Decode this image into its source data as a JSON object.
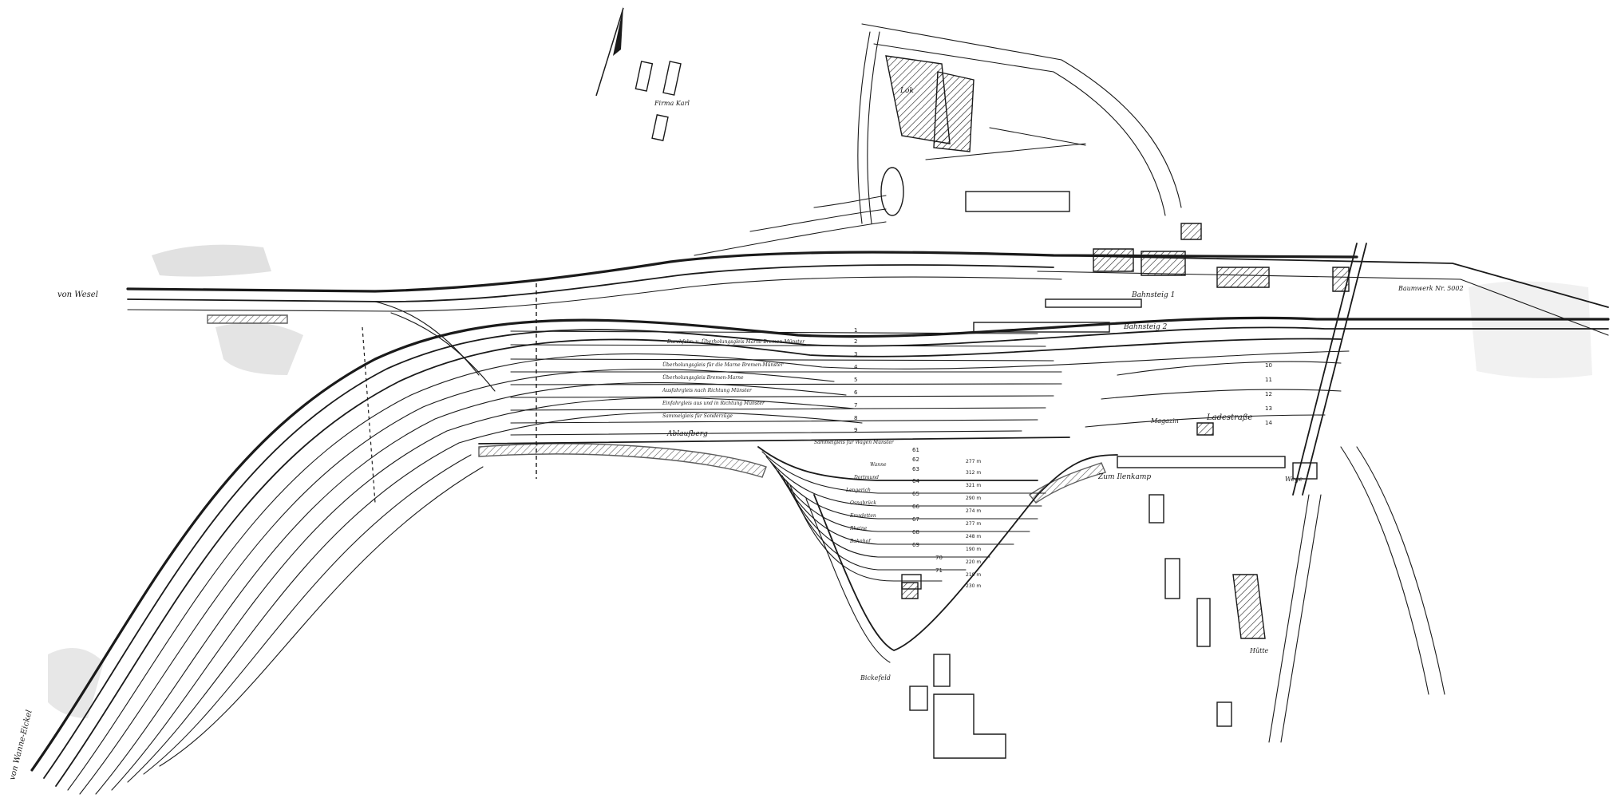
{
  "map": {
    "title": "",
    "colors": {
      "ink": "#1a1a1a",
      "paper": "#ffffff",
      "shade": "#c9c9c9"
    },
    "icons": [
      "north-arrow-icon"
    ],
    "place_labels": {
      "from_wesel": "von Wesel",
      "from_wanne": "von Wanne-Eickel",
      "firma": "Firma Karl",
      "lok": "Lok",
      "bahnsteig_1": "Bahnsteig 1",
      "bahnsteig_2": "Bahnsteig 2",
      "ladestrasse": "Ladestraße",
      "zum_ilenkamp": "Zum Ilenkamp",
      "ablaufberg": "Ablaufberg",
      "baumwerk": "Baumwerk Nr. 5002",
      "wege": "Wege",
      "hutte": "Hütte",
      "bickefeld": "Bickefeld",
      "magazin": "Magazin"
    },
    "yard_track_labels": [
      "Durchfahr- u. Überholungsgleis Marne Bremen-Münster",
      "Überholungsgleis für die Marne Bremen-Münster",
      "Überholungsgleis Bremen-Marne",
      "Ausfahrgleis nach Richtung Münster",
      "Einfahrgleis aus und in Richtung Münster",
      "Sammelgleis für Sonderzüge",
      "Sammelgleis für Wagen Münster"
    ],
    "siding_names": [
      "Wanne",
      "Dortmund",
      "Lengerich",
      "Osnabrück",
      "Emsdetten",
      "Rheine",
      "Bahnhof"
    ],
    "siding_numbers": [
      "61",
      "62",
      "63",
      "64",
      "65",
      "66",
      "67",
      "68",
      "69",
      "70",
      "71"
    ],
    "siding_lengths": [
      "277 m",
      "312 m",
      "321 m",
      "290 m",
      "274 m",
      "277 m",
      "248 m",
      "190 m",
      "220 m",
      "219 m",
      "230 m"
    ],
    "main_track_numbers": [
      "1",
      "2",
      "3",
      "4",
      "5",
      "6",
      "7",
      "8",
      "9",
      "10",
      "11",
      "12",
      "13",
      "14"
    ]
  }
}
